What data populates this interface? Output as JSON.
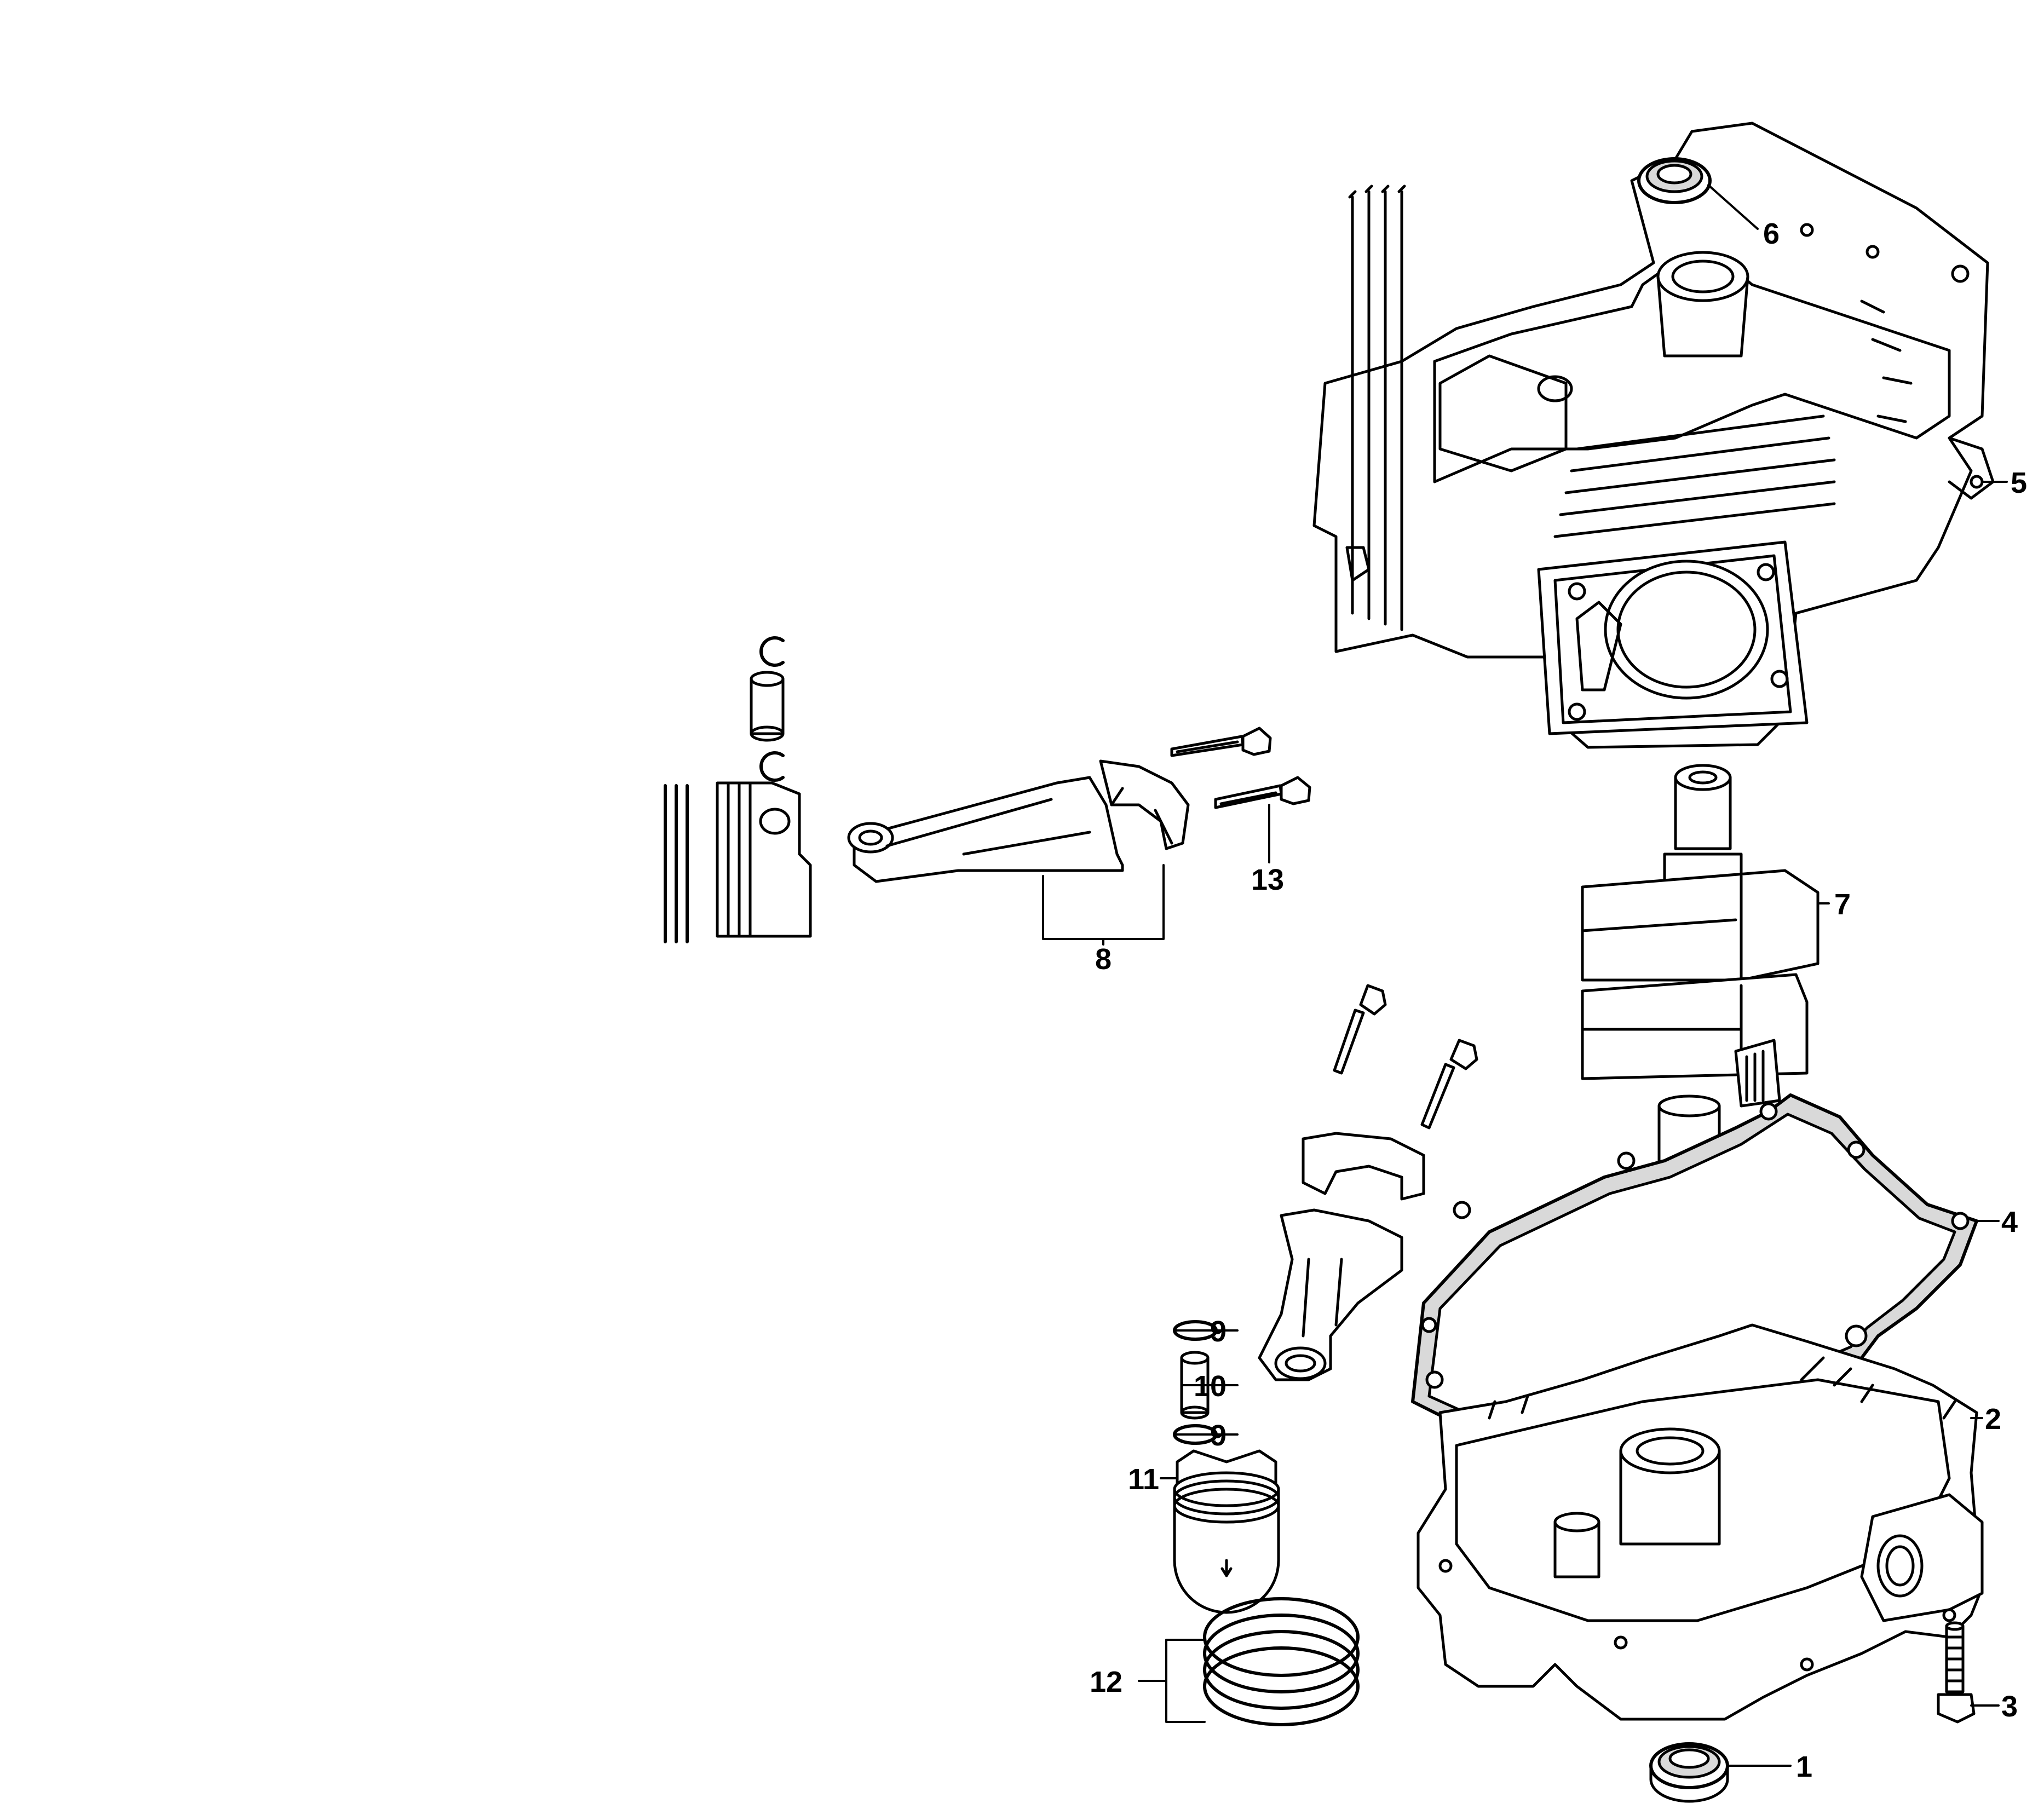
{
  "diagram": {
    "callouts": {
      "c1": "1",
      "c2": "2",
      "c3": "3",
      "c4": "4",
      "c5": "5",
      "c6": "6",
      "c7": "7",
      "c8": "8",
      "c9a": "9",
      "c9b": "9",
      "c10": "10",
      "c11": "11",
      "c12": "12",
      "c13": "13"
    },
    "colors": {
      "line": "#000000",
      "fill": "#ffffff",
      "shade": "#d9d9d9"
    }
  }
}
